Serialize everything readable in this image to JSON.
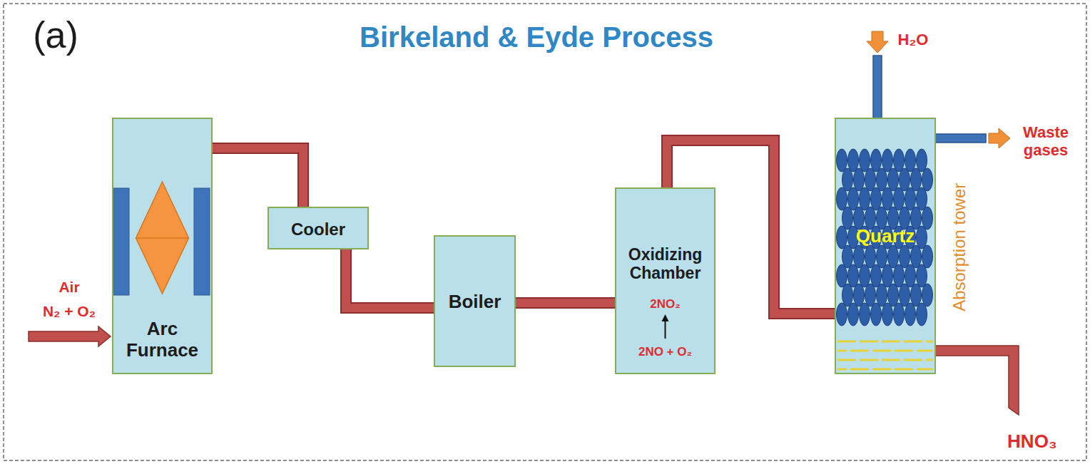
{
  "diagram": {
    "title": "Birkeland & Eyde Process",
    "nodes": [
      {
        "text": [
          "Arc Furnace"
        ]
      },
      {
        "text": [
          "Cooler"
        ]
      },
      {
        "text": [
          "Boiler"
        ]
      },
      {
        "text": [
          "Oxidizing Chamber",
          "2NO₂",
          "2NO + O₂"
        ]
      },
      {
        "text": [
          "Quartz",
          "Absorption tower"
        ]
      }
    ],
    "edges": [
      {
        "from": 0,
        "to": 1,
        "arrow": "none"
      },
      {
        "from": 1,
        "to": 2,
        "arrow": "none"
      },
      {
        "from": 2,
        "to": 3,
        "arrow": "none"
      },
      {
        "from": 3,
        "to": 4,
        "arrow": "none"
      }
    ],
    "labels": [
      "(a)",
      "Air",
      "N₂ + O₂",
      "H₂O",
      "Waste gases",
      "HNO₃"
    ]
  }
}
